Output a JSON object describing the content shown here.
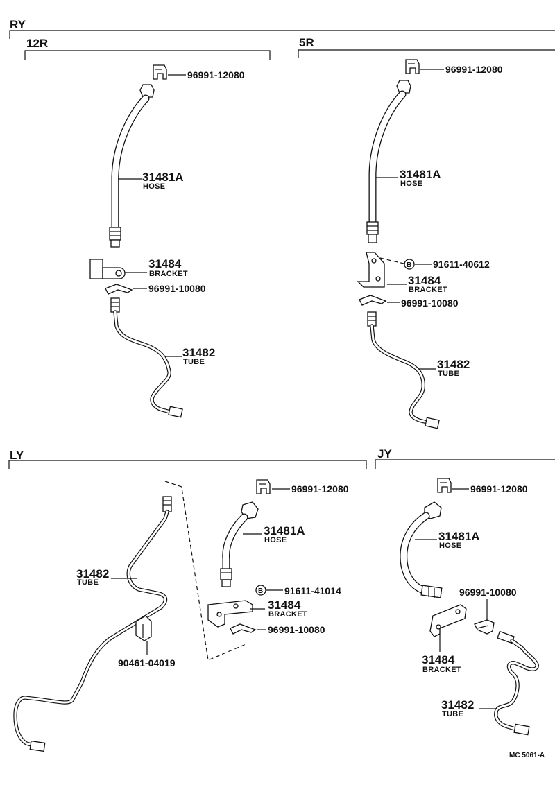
{
  "sections": [
    {
      "id": "ry",
      "label": "RY"
    },
    {
      "id": "12r",
      "label": "12R"
    },
    {
      "id": "5r",
      "label": "5R"
    },
    {
      "id": "ly",
      "label": "LY"
    },
    {
      "id": "jy",
      "label": "JY"
    }
  ],
  "parts": {
    "clip_12080": "96991-12080",
    "clip_10080": "96991-10080",
    "hose": "31481A",
    "hose_name": "HOSE",
    "bracket": "31484",
    "bracket_name": "BRACKET",
    "tube": "31482",
    "tube_name": "TUBE",
    "bolt_5r": "91611-40612",
    "bolt_ly": "91611-41014",
    "clamp_ly": "90461-04019"
  },
  "footer_code": "MC 5061-A"
}
